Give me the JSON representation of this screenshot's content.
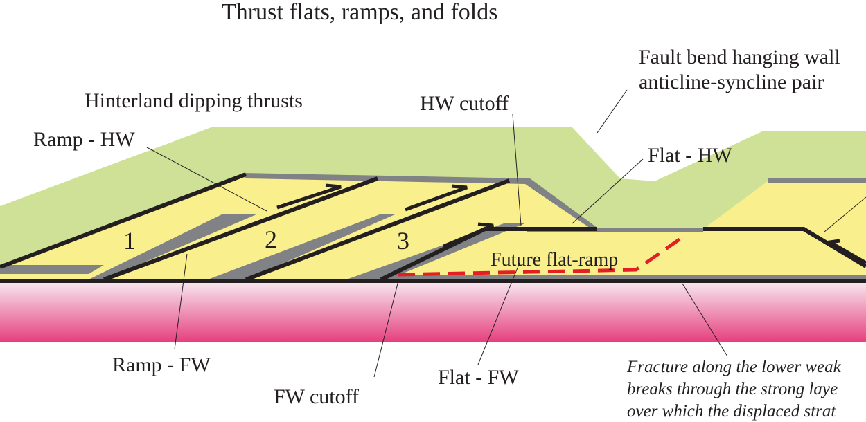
{
  "title": "Thrust flats, ramps, and folds",
  "labels": {
    "fault_bend_line1": "Fault bend hanging wall",
    "fault_bend_line2": "anticline-syncline pair",
    "hinterland": "Hinterland dipping thrusts",
    "hw_cutoff": "HW cutoff",
    "ramp_hw": "Ramp - HW",
    "flat_hw": "Flat - HW",
    "future_flat_ramp": "Future flat-ramp",
    "ramp_fw": "Ramp - FW",
    "flat_fw": "Flat - FW",
    "fw_cutoff": "FW cutoff",
    "sheet_1": "1",
    "sheet_2": "2",
    "sheet_3": "3"
  },
  "note_lines": [
    "Fracture along the lower weak",
    "breaks through the strong laye",
    "over which the displaced strat"
  ],
  "colors": {
    "upper_layer": "#cfe196",
    "strong_layer": "#f9f08d",
    "basement_top": "#f7e6ef",
    "basement_bottom": "#e6407e",
    "fault_dark": "#231f20",
    "fault_gray": "#808285",
    "future_fault": "#e31e24"
  }
}
